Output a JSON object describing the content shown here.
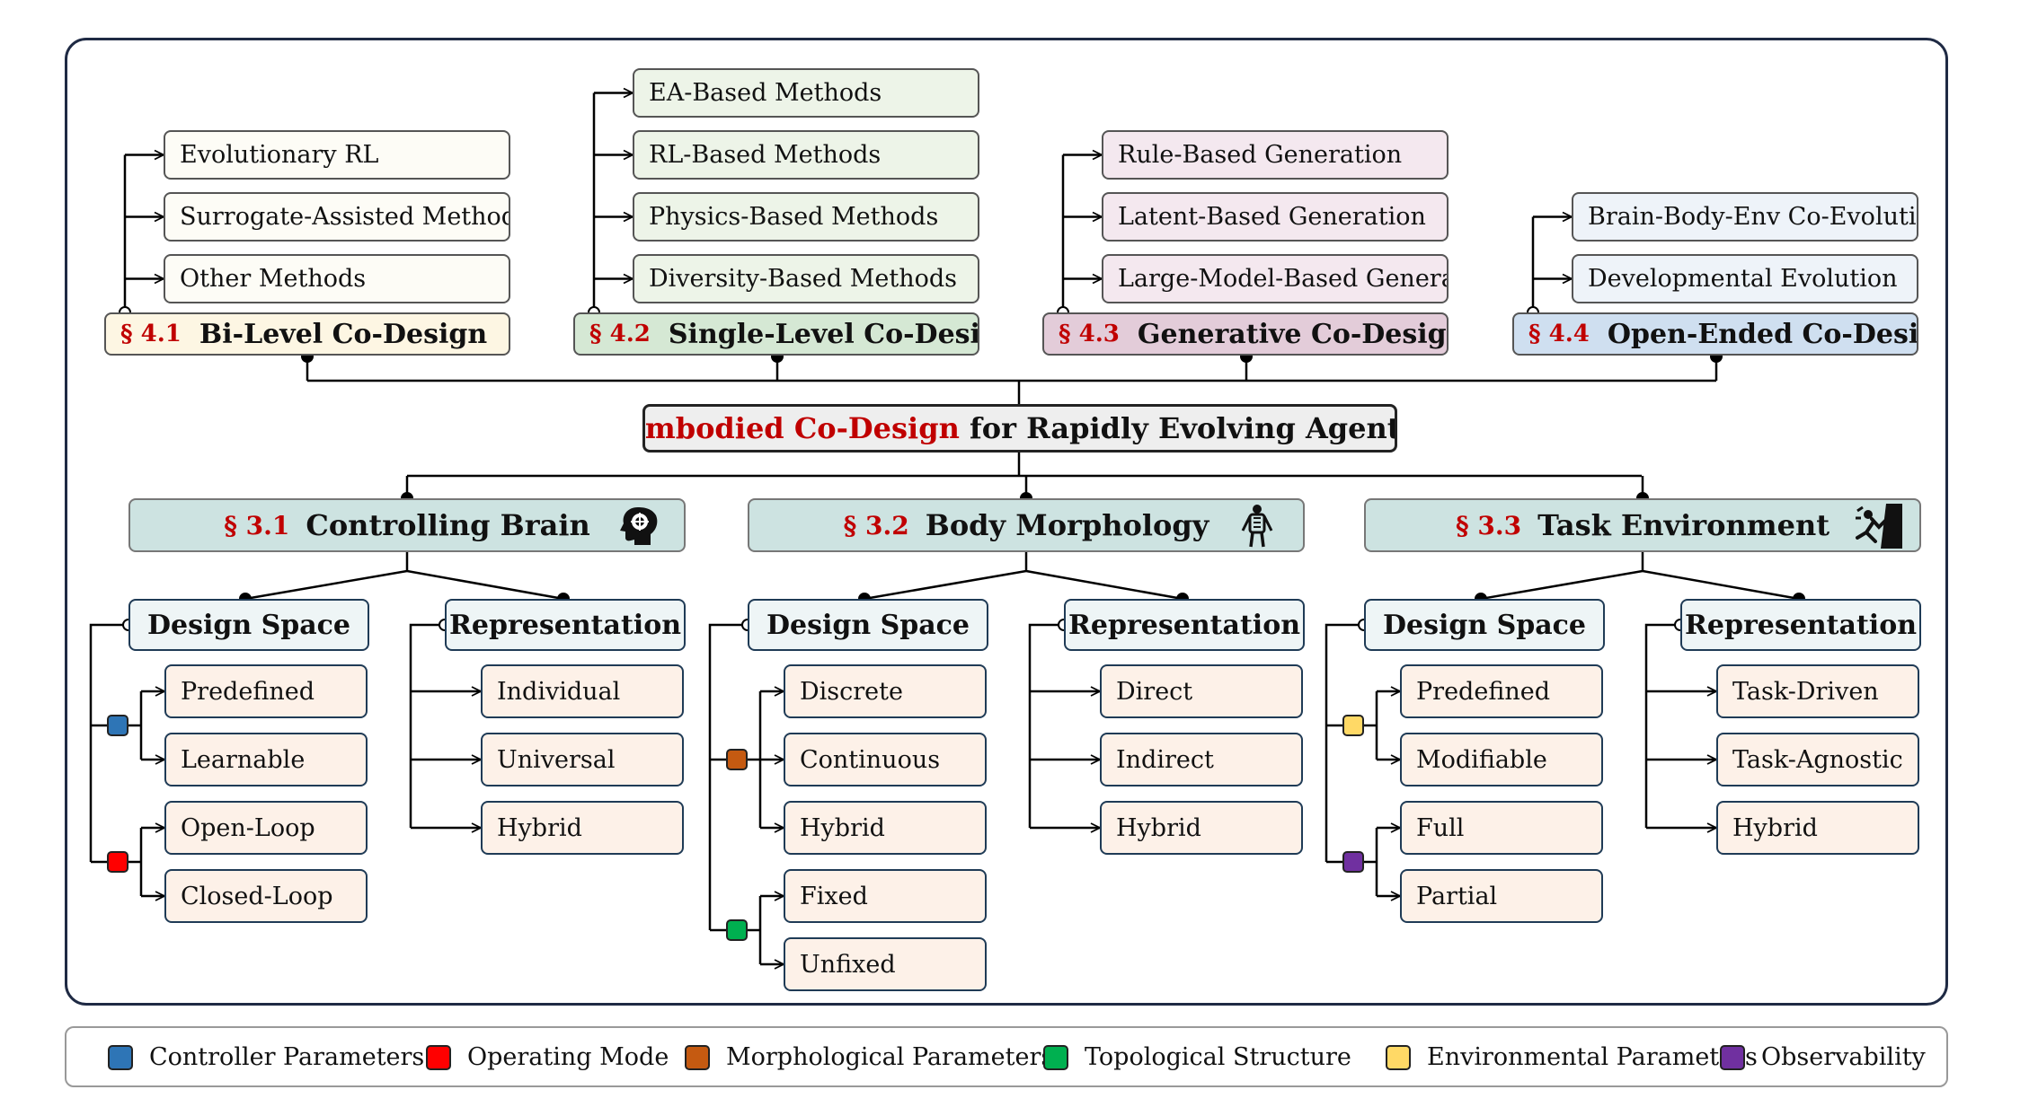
{
  "root": {
    "highlight": "Embodied Co-Design",
    "rest": " for Rapidly Evolving Agents"
  },
  "top_sections": [
    {
      "sec": "§ 4.1",
      "title": "Bi-Level Co-Design",
      "fill": "#fdf6e3",
      "items": [
        "Evolutionary RL",
        "Surrogate-Assisted Methods",
        "Other Methods"
      ]
    },
    {
      "sec": "§ 4.2",
      "title": "Single-Level Co-Design",
      "fill": "#d5e8d4",
      "items": [
        "EA-Based Methods",
        "RL-Based Methods",
        "Physics-Based Methods",
        "Diversity-Based Methods"
      ]
    },
    {
      "sec": "§ 4.3",
      "title": "Generative Co-Design",
      "fill": "#e3ccd9",
      "items": [
        "Rule-Based Generation",
        "Latent-Based Generation",
        "Large-Model-Based Generation"
      ]
    },
    {
      "sec": "§ 4.4",
      "title": "Open-Ended Co-Design",
      "fill": "#cfdff0",
      "items": [
        "Brain-Body-Env Co-Evolution",
        "Developmental Evolution"
      ]
    }
  ],
  "leaf_fills": [
    "#fdfcf6",
    "#edf4e8",
    "#f4e8ef",
    "#eef3f9"
  ],
  "bottom_sections": [
    {
      "sec": "§ 3.1",
      "title": "Controlling Brain",
      "icon": "brain-head-icon",
      "design_space": {
        "label": "Design Space",
        "groups": [
          {
            "color": "#2e75b6",
            "items": [
              "Predefined",
              "Learnable"
            ]
          },
          {
            "color": "#ff0000",
            "items": [
              "Open-Loop",
              "Closed-Loop"
            ]
          }
        ]
      },
      "representation": {
        "label": "Representation",
        "items": [
          "Individual",
          "Universal",
          "Hybrid"
        ]
      }
    },
    {
      "sec": "§ 3.2",
      "title": "Body Morphology",
      "icon": "body-skeleton-icon",
      "design_space": {
        "label": "Design Space",
        "groups": [
          {
            "color": "#c55a11",
            "items": [
              "Discrete",
              "Continuous",
              "Hybrid"
            ]
          },
          {
            "color": "#00b050",
            "items": [
              "Fixed",
              "Unfixed"
            ]
          }
        ]
      },
      "representation": {
        "label": "Representation",
        "items": [
          "Direct",
          "Indirect",
          "Hybrid"
        ]
      }
    },
    {
      "sec": "§ 3.3",
      "title": "Task Environment",
      "icon": "climber-icon",
      "design_space": {
        "label": "Design Space",
        "groups": [
          {
            "color": "#ffd966",
            "items": [
              "Predefined",
              "Modifiable"
            ]
          },
          {
            "color": "#7030a0",
            "items": [
              "Full",
              "Partial"
            ]
          }
        ]
      },
      "representation": {
        "label": "Representation",
        "items": [
          "Task-Driven",
          "Task-Agnostic",
          "Hybrid"
        ]
      }
    }
  ],
  "legend": [
    {
      "color": "#2e75b6",
      "label": "Controller Parameters"
    },
    {
      "color": "#ff0000",
      "label": "Operating Mode"
    },
    {
      "color": "#c55a11",
      "label": "Morphological Parameters"
    },
    {
      "color": "#00b050",
      "label": "Topological Structure"
    },
    {
      "color": "#ffd966",
      "label": "Environmental Parameters"
    },
    {
      "color": "#7030a0",
      "label": "Observability"
    }
  ]
}
